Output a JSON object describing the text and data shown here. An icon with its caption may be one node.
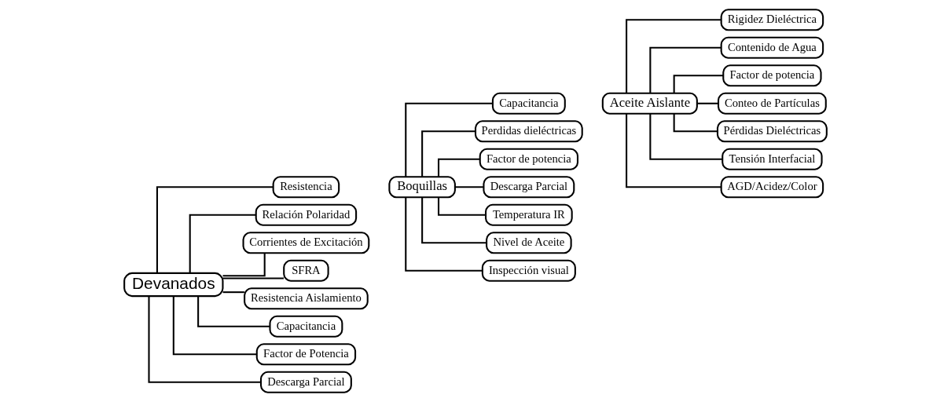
{
  "diagram": {
    "nodes": [
      {
        "text": [
          "Devanados"
        ]
      },
      {
        "text": [
          "Resistencia"
        ]
      },
      {
        "text": [
          "Relación Polaridad"
        ]
      },
      {
        "text": [
          "Corrientes de Excitación"
        ]
      },
      {
        "text": [
          "SFRA"
        ]
      },
      {
        "text": [
          "Resistencia Aislamiento"
        ]
      },
      {
        "text": [
          "Capacitancia"
        ]
      },
      {
        "text": [
          "Factor de Potencia"
        ]
      },
      {
        "text": [
          "Descarga Parcial"
        ]
      },
      {
        "text": [
          "Boquillas"
        ]
      },
      {
        "text": [
          "Capacitancia"
        ]
      },
      {
        "text": [
          "Perdidas dieléctricas"
        ]
      },
      {
        "text": [
          "Factor de potencia"
        ]
      },
      {
        "text": [
          "Descarga Parcial"
        ]
      },
      {
        "text": [
          "Temperatura IR"
        ]
      },
      {
        "text": [
          "Nivel de Aceite"
        ]
      },
      {
        "text": [
          "Inspección visual"
        ]
      },
      {
        "text": [
          "Aceite Aislante"
        ]
      },
      {
        "text": [
          "Rigidez Dieléctrica"
        ]
      },
      {
        "text": [
          "Contenido de Agua"
        ]
      },
      {
        "text": [
          "Factor de potencia"
        ]
      },
      {
        "text": [
          "Conteo de Partículas"
        ]
      },
      {
        "text": [
          "Pérdidas Dieléctricas"
        ]
      },
      {
        "text": [
          "Tensión Interfacial"
        ]
      },
      {
        "text": [
          "AGD/Acidez/Color"
        ]
      }
    ],
    "edges": [
      {
        "from": 0,
        "to": 1,
        "arrow": "none"
      },
      {
        "from": 0,
        "to": 2,
        "arrow": "none"
      },
      {
        "from": 0,
        "to": 3,
        "arrow": "none"
      },
      {
        "from": 0,
        "to": 4,
        "arrow": "none"
      },
      {
        "from": 0,
        "to": 5,
        "arrow": "none"
      },
      {
        "from": 0,
        "to": 6,
        "arrow": "none"
      },
      {
        "from": 0,
        "to": 7,
        "arrow": "none"
      },
      {
        "from": 0,
        "to": 8,
        "arrow": "none"
      },
      {
        "from": 9,
        "to": 10,
        "arrow": "none"
      },
      {
        "from": 9,
        "to": 11,
        "arrow": "none"
      },
      {
        "from": 9,
        "to": 12,
        "arrow": "none"
      },
      {
        "from": 9,
        "to": 13,
        "arrow": "none"
      },
      {
        "from": 9,
        "to": 14,
        "arrow": "none"
      },
      {
        "from": 9,
        "to": 15,
        "arrow": "none"
      },
      {
        "from": 9,
        "to": 16,
        "arrow": "none"
      },
      {
        "from": 17,
        "to": 18,
        "arrow": "none"
      },
      {
        "from": 17,
        "to": 19,
        "arrow": "none"
      },
      {
        "from": 17,
        "to": 20,
        "arrow": "none"
      },
      {
        "from": 17,
        "to": 21,
        "arrow": "none"
      },
      {
        "from": 17,
        "to": 22,
        "arrow": "none"
      },
      {
        "from": 17,
        "to": 23,
        "arrow": "none"
      },
      {
        "from": 17,
        "to": 24,
        "arrow": "none"
      }
    ]
  }
}
